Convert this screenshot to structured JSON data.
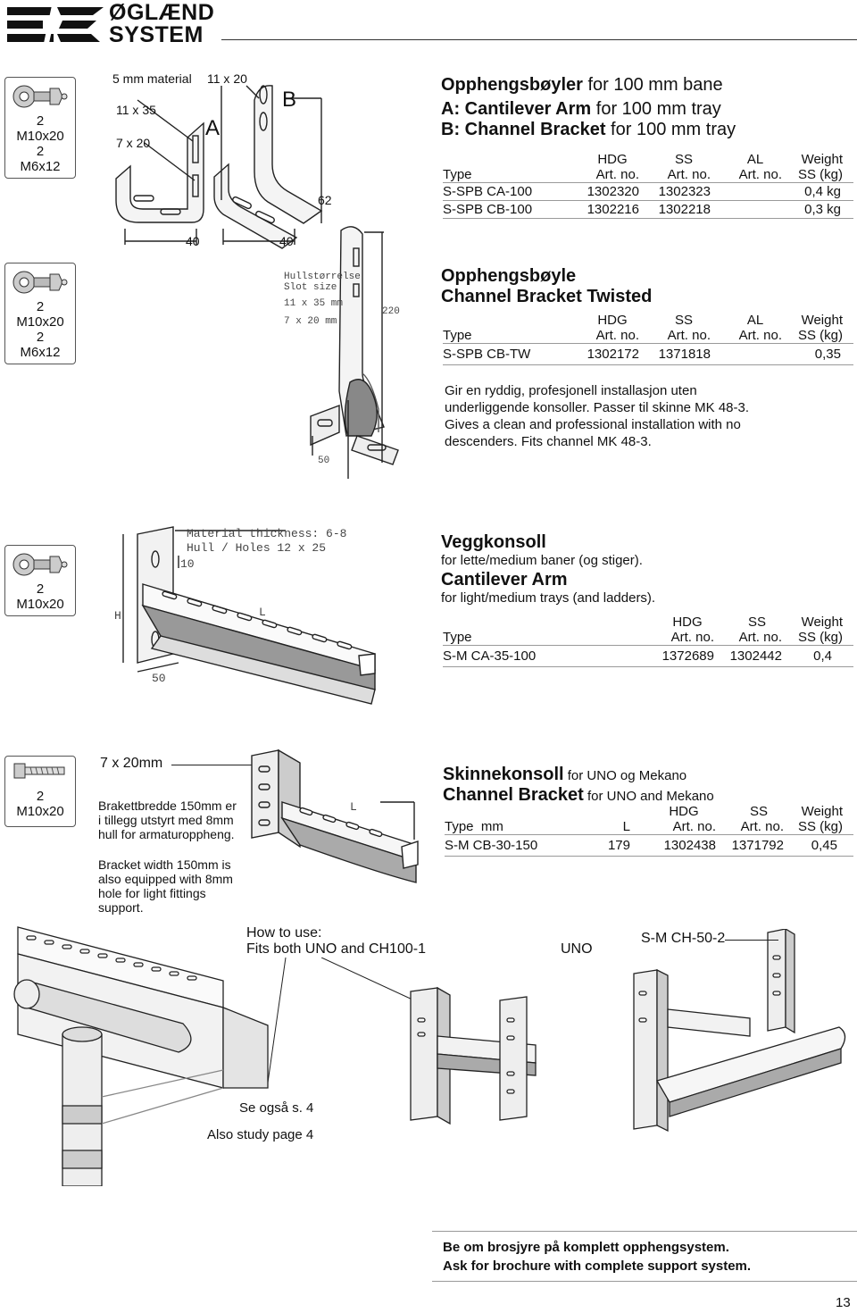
{
  "header": {
    "brand_line1": "ØGLÆND",
    "brand_line2": "SYSTEM"
  },
  "sec1": {
    "bolts": {
      "q1": "2",
      "s1": "M10x20",
      "q2": "2",
      "s2": "M6x12"
    },
    "drawing": {
      "material": "5 mm material",
      "hole1": "11 x 35",
      "hole2": "7 x 20",
      "hole3": "11 x 20",
      "label_a": "A",
      "label_b": "B",
      "dim_62": "62",
      "dim_40a": "40",
      "dim_40b": "40"
    },
    "title_main": "Opphengsbøyler",
    "title_rest": " for 100 mm bane",
    "line_a_bold": "A: Cantilever Arm",
    "line_a_rest": " for 100 mm tray",
    "line_b_bold": "B: Channel Bracket",
    "line_b_rest": " for 100 mm tray",
    "table": {
      "h_type": "Type",
      "h_hdg": "HDG",
      "h_ss": "SS",
      "h_al": "AL",
      "h_artno": "Art. no.",
      "h_weight": "Weight",
      "h_sskg": "SS (kg)",
      "rows": [
        {
          "type": "S-SPB CA-100",
          "hdg": "1302320",
          "ss": "1302323",
          "al": "",
          "weight": "0,4 kg"
        },
        {
          "type": "S-SPB CB-100",
          "hdg": "1302216",
          "ss": "1302218",
          "al": "",
          "weight": "0,3 kg"
        }
      ]
    }
  },
  "sec2": {
    "bolts": {
      "q1": "2",
      "s1": "M10x20",
      "q2": "2",
      "s2": "M6x12"
    },
    "drawing": {
      "slot_no": "Hullstørrelse",
      "slot_en": "Slot size",
      "slot1": "11 x 35 mm",
      "slot2": "7 x 20 mm",
      "dim_220": "220",
      "dim_50": "50"
    },
    "title1": "Opphengsbøyle",
    "title2": "Channel Bracket Twisted",
    "table": {
      "h_type": "Type",
      "h_hdg": "HDG",
      "h_ss": "SS",
      "h_al": "AL",
      "h_artno": "Art. no.",
      "h_weight": "Weight",
      "h_sskg": "SS (kg)",
      "rows": [
        {
          "type": "S-SPB CB-TW",
          "hdg": "1302172",
          "ss": "1371818",
          "al": "",
          "weight": "0,35"
        }
      ]
    },
    "desc_no1": "Gir en ryddig, profesjonell installasjon uten",
    "desc_no2": "underliggende konsoller. Passer til skinne MK 48-3.",
    "desc_en1": "Gives a clean and professional installation with no",
    "desc_en2": "descenders. Fits channel MK 48-3."
  },
  "sec3": {
    "bolts": {
      "q1": "2",
      "s1": "M10x20"
    },
    "drawing": {
      "mat": "Material thickness: 6-8",
      "holes": "Hull / Holes 12 x 25",
      "d10": "10",
      "dH": "H",
      "dL": "L",
      "d50": "50"
    },
    "title_no": "Veggkonsoll",
    "sub_no": "for lette/medium baner (og stiger).",
    "title_en": "Cantilever Arm",
    "sub_en": "for light/medium trays (and ladders).",
    "table": {
      "h_type": "Type",
      "h_hdg": "HDG",
      "h_ss": "SS",
      "h_artno": "Art. no.",
      "h_weight": "Weight",
      "h_sskg": "SS (kg)",
      "rows": [
        {
          "type": "S-M CA-35-100",
          "hdg": "1372689",
          "ss": "1302442",
          "weight": "0,4"
        }
      ]
    }
  },
  "sec4": {
    "bolts": {
      "q1": "2",
      "s1": "M10x20"
    },
    "drawing": {
      "hole": "7 x 20mm",
      "dL": "L"
    },
    "note_no": "Brakettbredde 150mm er i tillegg utstyrt med 8mm hull for armaturoppheng.",
    "note_en": "Bracket width 150mm is also equipped with 8mm hole for light fittings support.",
    "title_no": "Skinnekonsoll",
    "title_no_rest": " for UNO og Mekano",
    "title_en": "Channel Bracket",
    "title_en_rest": " for UNO and Mekano",
    "table": {
      "h_type": "Type",
      "h_mm": "mm",
      "h_l": "L",
      "h_hdg": "HDG",
      "h_ss": "SS",
      "h_artno": "Art. no.",
      "h_weight": "Weight",
      "h_sskg": "SS (kg)",
      "rows": [
        {
          "type": "S-M CB-30-150",
          "l": "179",
          "hdg": "1302438",
          "ss": "1371792",
          "weight": "0,45"
        }
      ]
    }
  },
  "sec5": {
    "howto1": "How to use:",
    "howto2": "Fits both UNO and CH100-1",
    "uno": "UNO",
    "smch": "S-M CH-50-2",
    "see_no": "Se også s. 4",
    "see_en": "Also study page 4"
  },
  "footer": {
    "line_no": "Be om brosjyre på komplett opphengsystem.",
    "line_en": "Ask for brochure with complete support system.",
    "page": "13"
  }
}
